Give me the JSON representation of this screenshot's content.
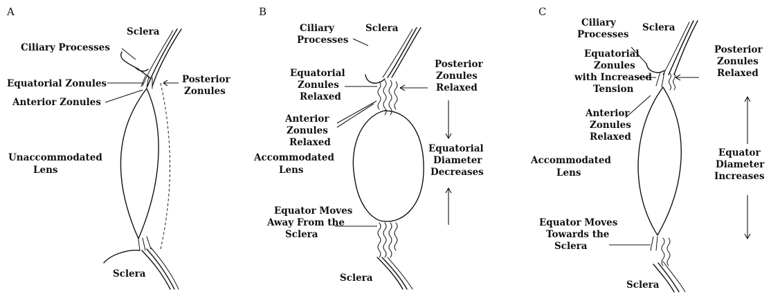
{
  "panels": [
    {
      "letter": "A",
      "labels": {
        "sclera_top": "Sclera",
        "ciliary": "Ciliary Processes",
        "equatorial": "Equatorial Zonules",
        "posterior": [
          "Posterior",
          "Zonules"
        ],
        "anterior": "Anterior Zonules",
        "lens": [
          "Unaccommodated",
          "Lens"
        ],
        "sclera_bottom": "Sclera"
      }
    },
    {
      "letter": "B",
      "labels": {
        "ciliary": [
          "Ciliary",
          "Processes"
        ],
        "sclera_top": "Sclera",
        "posterior": [
          "Posterior",
          "Zonules",
          "Relaxed"
        ],
        "equatorial": [
          "Equatorial",
          "Zonules",
          "Relaxed"
        ],
        "anterior": [
          "Anterior",
          "Zonules",
          "Relaxed"
        ],
        "diameter": [
          "Equatorial",
          "Diameter",
          "Decreases"
        ],
        "lens": [
          "Accommodated",
          "Lens"
        ],
        "equator": [
          "Equator Moves",
          "Away From the",
          "Sclera"
        ],
        "sclera_bottom": "Sclera"
      }
    },
    {
      "letter": "C",
      "labels": {
        "ciliary": [
          "Ciliary",
          "Processes"
        ],
        "sclera_top": "Sclera",
        "posterior": [
          "Posterior",
          "Zonules",
          "Relaxed"
        ],
        "equatorial": [
          "Equatorial",
          "Zonules",
          "with Increased",
          "Tension"
        ],
        "anterior": [
          "Anterior",
          "Zonules",
          "Relaxed"
        ],
        "diameter": [
          "Equator",
          "Diameter",
          "Increases"
        ],
        "lens": [
          "Accommodated",
          "Lens"
        ],
        "equator": [
          "Equator Moves",
          "Towards the",
          "Sclera"
        ],
        "sclera_bottom": "Sclera"
      }
    }
  ]
}
